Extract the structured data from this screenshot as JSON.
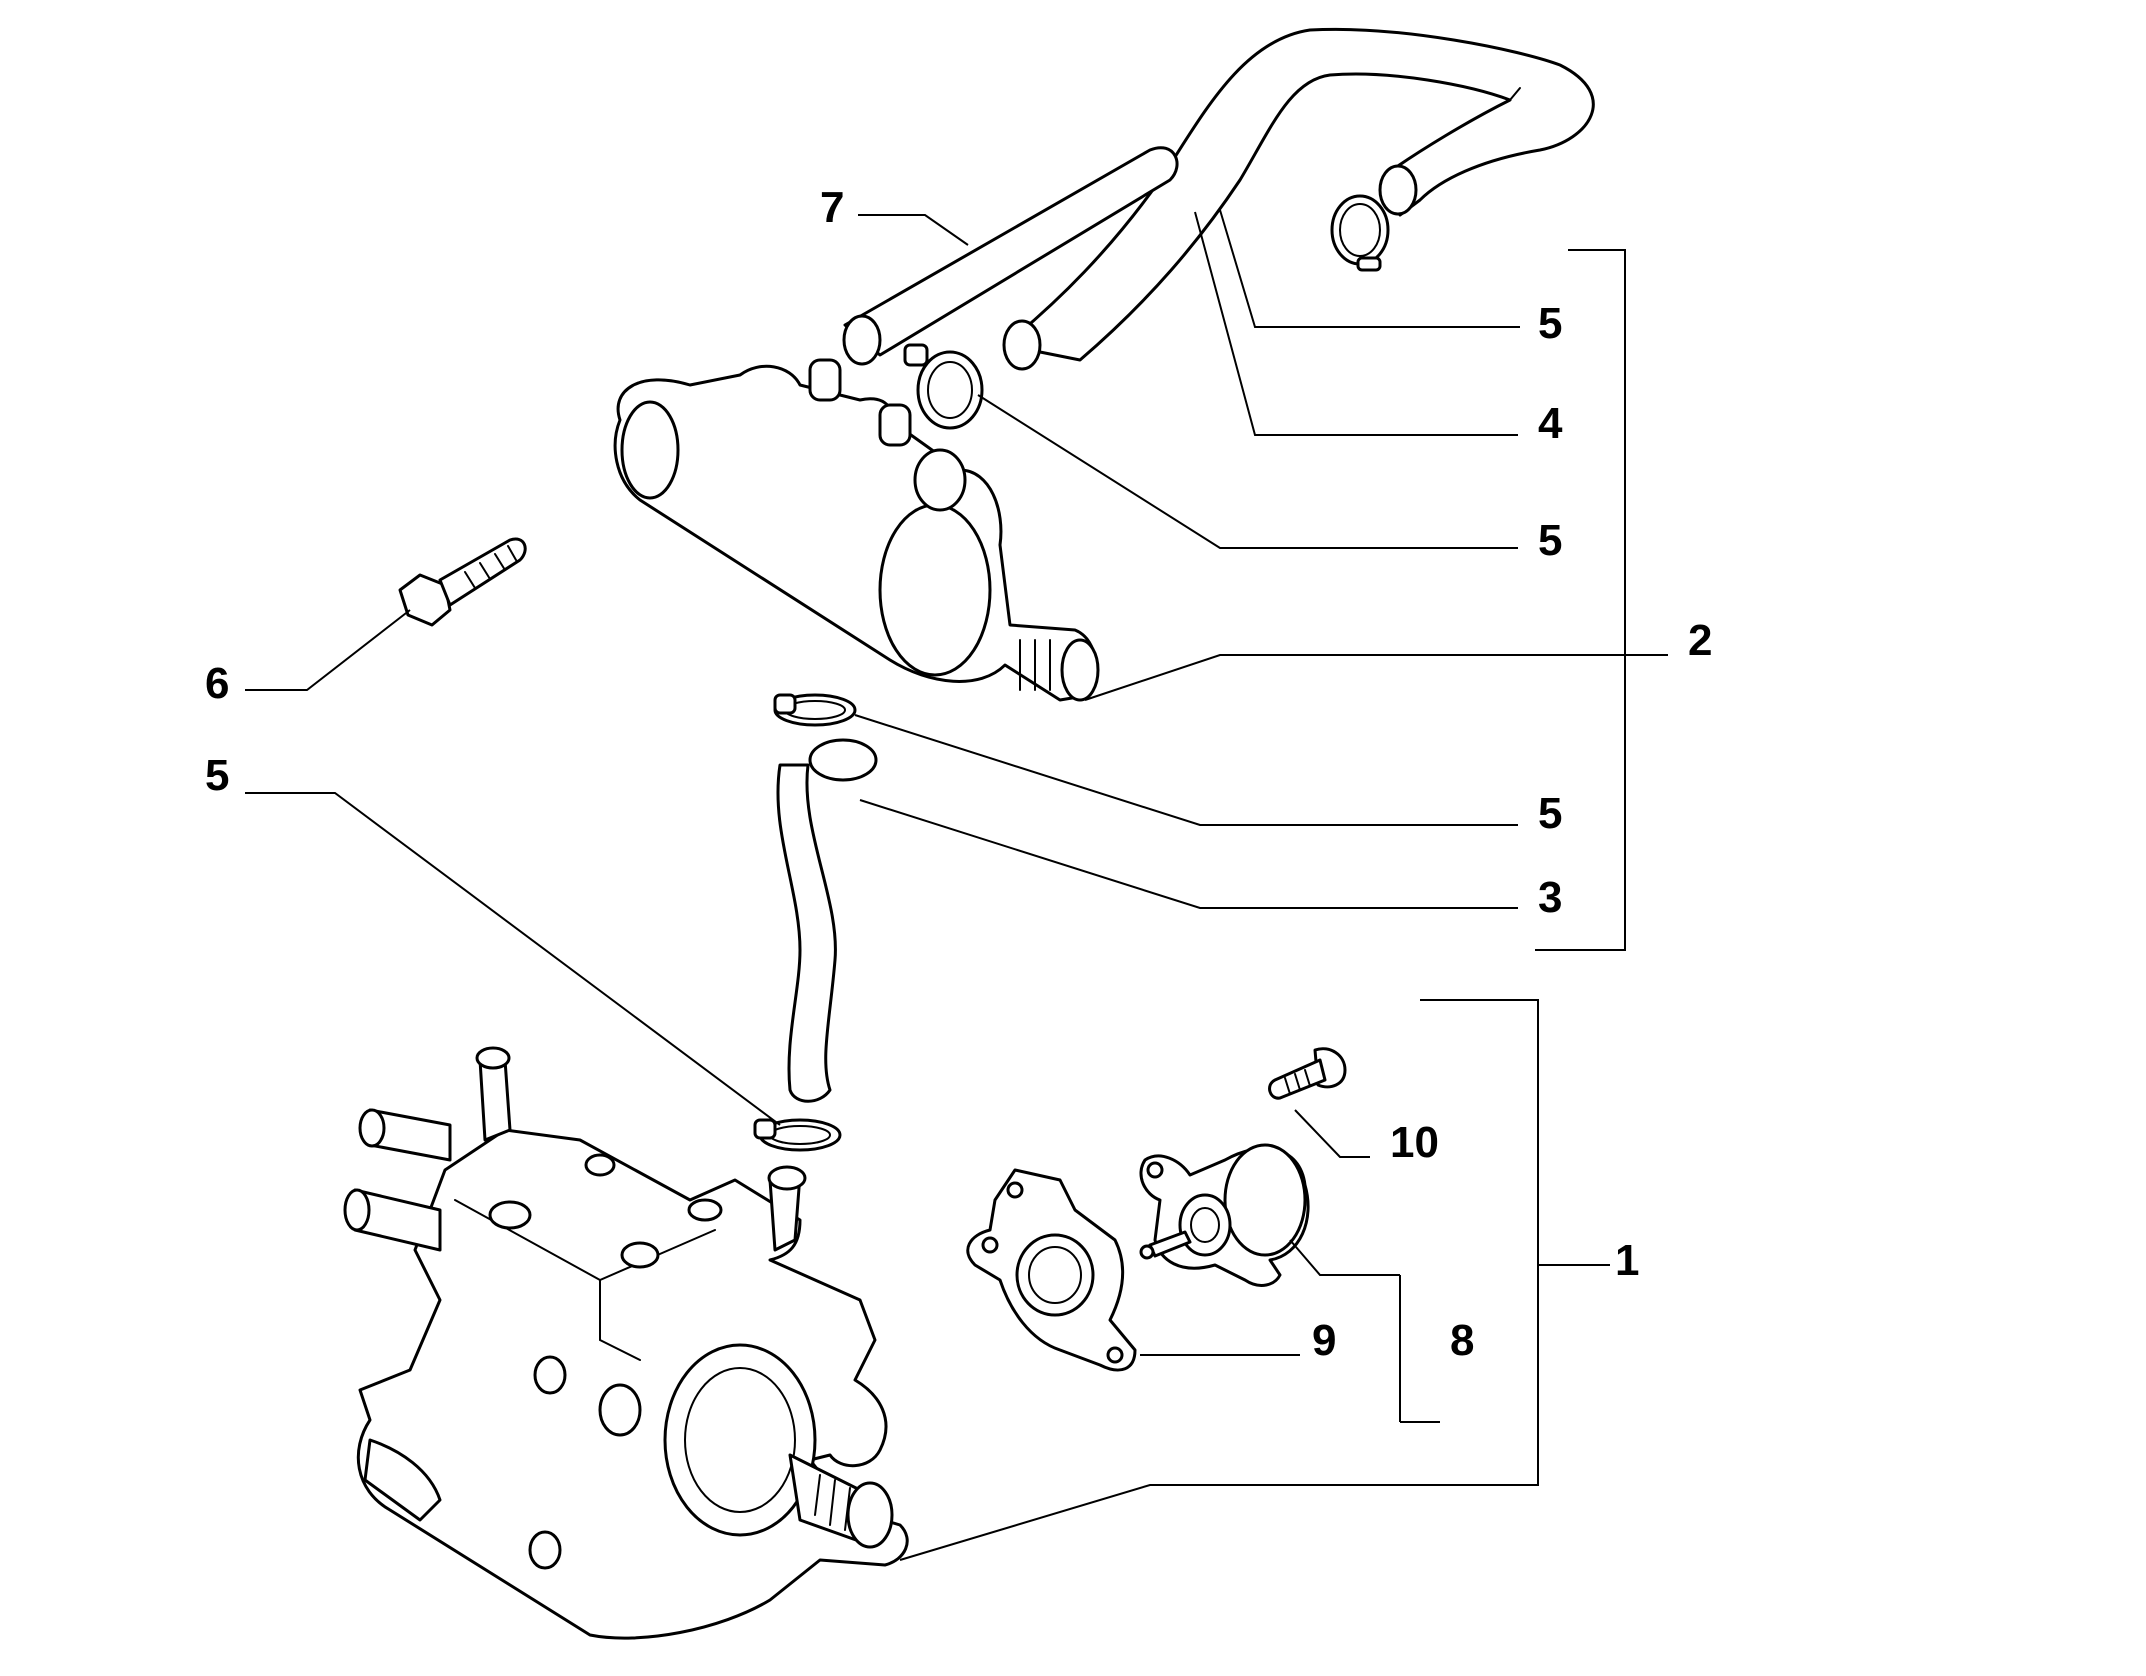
{
  "callouts": {
    "c1": "1",
    "c2": "2",
    "c3": "3",
    "c4": "4",
    "c5_top": "5",
    "c5_mid": "5",
    "c5_right": "5",
    "c5_left": "5",
    "c6": "6",
    "c7": "7",
    "c8": "8",
    "c9": "9",
    "c10": "10"
  }
}
